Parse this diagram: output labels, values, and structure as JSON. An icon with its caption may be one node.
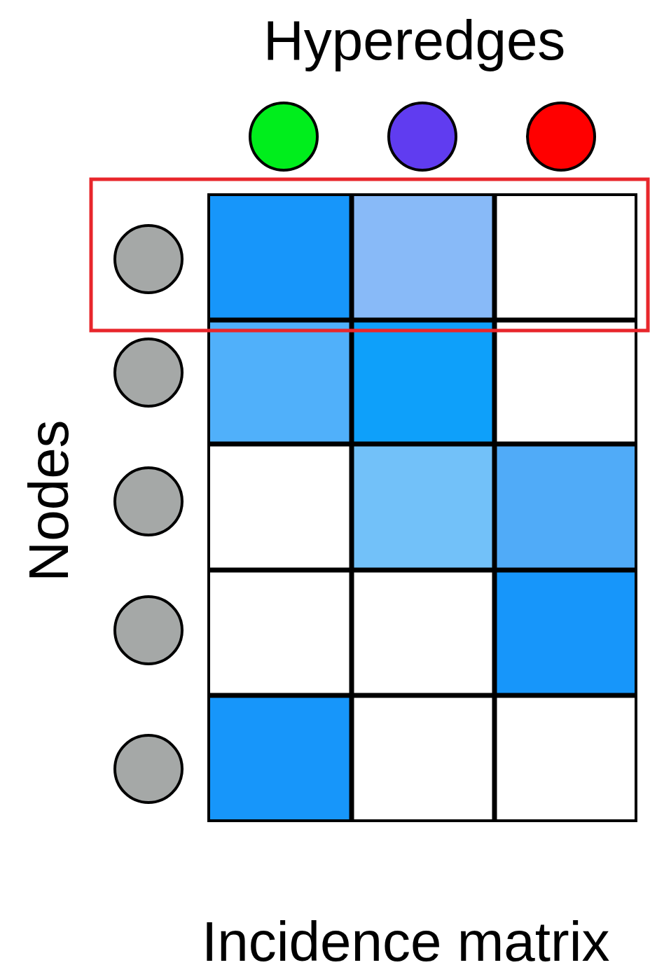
{
  "diagram": {
    "nodes": [
      {
        "text": [],
        "shape": "circle"
      },
      {
        "text": [],
        "shape": "circle"
      },
      {
        "text": [],
        "shape": "circle"
      },
      {
        "text": [],
        "shape": "circle"
      },
      {
        "text": [],
        "shape": "circle"
      },
      {
        "text": [],
        "shape": "circle"
      },
      {
        "text": [],
        "shape": "circle"
      },
      {
        "text": [],
        "shape": "circle"
      }
    ],
    "labels": [
      "Hyperedges",
      "Nodes",
      "Incidence matrix"
    ]
  }
}
